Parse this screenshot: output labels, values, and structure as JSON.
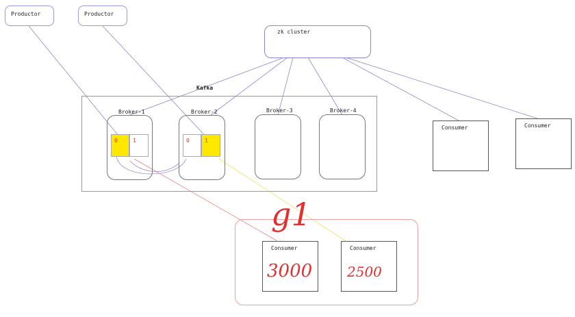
{
  "producers": [
    {
      "label": "Productor"
    },
    {
      "label": "Productor"
    }
  ],
  "zk": {
    "label": "zk cluster"
  },
  "kafka": {
    "label": "Kafka"
  },
  "brokers": [
    {
      "label": "Broker-1"
    },
    {
      "label": "Broker-2"
    },
    {
      "label": "Broker-3"
    },
    {
      "label": "Broker-4"
    }
  ],
  "partitions": {
    "broker1": [
      {
        "label": "0",
        "highlight": true
      },
      {
        "label": "1",
        "highlight": false
      }
    ],
    "broker2": [
      {
        "label": "0",
        "highlight": false
      },
      {
        "label": "1",
        "highlight": true
      }
    ]
  },
  "consumers_right": [
    {
      "label": "Consumer"
    },
    {
      "label": "Consumer"
    }
  ],
  "group": {
    "label": "g1",
    "consumers": [
      {
        "label": "Consumer",
        "note": "3000"
      },
      {
        "label": "Consumer",
        "note": "2500"
      }
    ]
  },
  "colors": {
    "line_blue": "#8888cc",
    "line_red": "#e88080",
    "line_yellow": "#f0e060",
    "highlight": "#ffe800",
    "hand": "#e03030"
  }
}
